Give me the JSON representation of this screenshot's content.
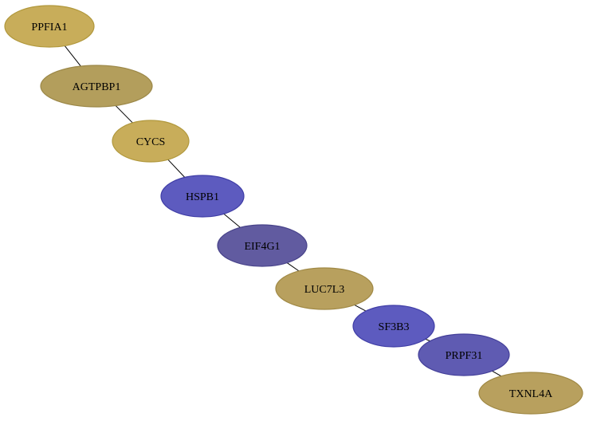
{
  "graph": {
    "nodes": [
      {
        "id": "PPFIA1",
        "label": "PPFIA1",
        "fill": "#c8ad5a",
        "stroke": "#b1983c"
      },
      {
        "id": "AGTPBP1",
        "label": "AGTPBP1",
        "fill": "#b39e5c",
        "stroke": "#9b8747"
      },
      {
        "id": "CYCS",
        "label": "CYCS",
        "fill": "#c8ad5a",
        "stroke": "#b1983c"
      },
      {
        "id": "HSPB1",
        "label": "HSPB1",
        "fill": "#5d5bbf",
        "stroke": "#3f3da6"
      },
      {
        "id": "EIF4G1",
        "label": "EIF4G1",
        "fill": "#615ba0",
        "stroke": "#48438a"
      },
      {
        "id": "LUC7L3",
        "label": "LUC7L3",
        "fill": "#b8a05e",
        "stroke": "#a08945"
      },
      {
        "id": "SF3B3",
        "label": "SF3B3",
        "fill": "#5d5bbf",
        "stroke": "#3f3da6"
      },
      {
        "id": "PRPF31",
        "label": "PRPF31",
        "fill": "#5f5bb2",
        "stroke": "#433f99"
      },
      {
        "id": "TXNL4A",
        "label": "TXNL4A",
        "fill": "#b8a05e",
        "stroke": "#a08945"
      }
    ],
    "edges": [
      [
        "PPFIA1",
        "AGTPBP1"
      ],
      [
        "AGTPBP1",
        "CYCS"
      ],
      [
        "CYCS",
        "HSPB1"
      ],
      [
        "HSPB1",
        "EIF4G1"
      ],
      [
        "EIF4G1",
        "LUC7L3"
      ],
      [
        "LUC7L3",
        "SF3B3"
      ],
      [
        "SF3B3",
        "PRPF31"
      ],
      [
        "PRPF31",
        "TXNL4A"
      ]
    ]
  }
}
